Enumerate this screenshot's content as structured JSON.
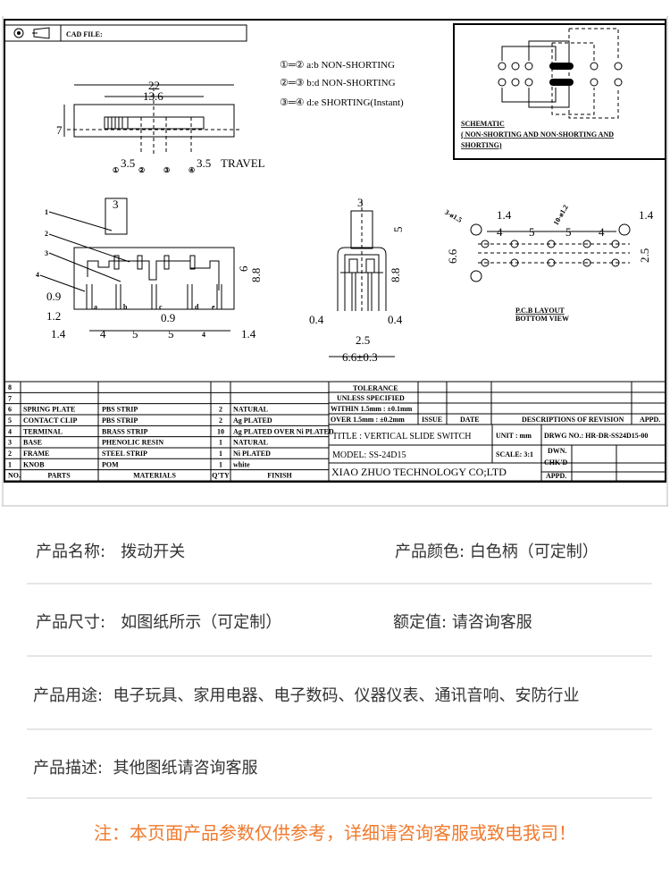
{
  "drawing": {
    "cad_file": "CAD FILE:",
    "legend": [
      "①═② a:b  NON-SHORTING",
      "②═③ b:d  NON-SHORTING",
      "③═④ d:e  SHORTING(Instant)"
    ],
    "top_view": {
      "d22": "22",
      "d136": "13.6",
      "d7": "7",
      "d35a": "3.5",
      "d35b": "3.5",
      "travel": "TRAVEL",
      "pos": [
        "①",
        "②",
        "③",
        "④"
      ]
    },
    "schematic": {
      "title": "SCHEMATIC",
      "desc1": "( NON-SHORTING   AND NON-SHORTING   AND",
      "desc2": "SHORTING)"
    },
    "front_view": {
      "callouts": [
        "1",
        "2",
        "3",
        "4"
      ],
      "d3": "3",
      "d6": "6",
      "d88": "8.8",
      "d09a": "0.9",
      "d12": "1.2",
      "d14a": "1.4",
      "d4a": "4",
      "d5a": "5",
      "d5b": "5",
      "d4b": "4",
      "d14b": "1.4",
      "d09b": "0.9",
      "pins": [
        "a",
        "b",
        "c",
        "d",
        "e"
      ]
    },
    "side_view": {
      "d3": "3",
      "d5": "5",
      "d88": "8.8",
      "d04a": "0.4",
      "d04b": "0.4",
      "d25": "2.5",
      "d66": "6.6±0.3"
    },
    "pcb": {
      "holes_big": "3-ø1.5",
      "holes_small": "10-ø1.2",
      "d14a": "1.4",
      "d14b": "1.4",
      "d4a": "4",
      "d5a": "5",
      "d5b": "5",
      "d4b": "4",
      "d66": "6.6",
      "d25": "2.5",
      "label1": "P.C.B LAYOUT",
      "label2": "BOTTOM VIEW"
    },
    "parts_table": {
      "rows": [
        {
          "no": "8",
          "part": "",
          "material": "",
          "qty": "",
          "finish": ""
        },
        {
          "no": "7",
          "part": "",
          "material": "",
          "qty": "",
          "finish": ""
        },
        {
          "no": "6",
          "part": "SPRING PLATE",
          "material": "PBS STRIP",
          "qty": "2",
          "finish": "NATURAL"
        },
        {
          "no": "5",
          "part": "CONTACT CLIP",
          "material": "PBS STRIP",
          "qty": "2",
          "finish": "Ag PLATED"
        },
        {
          "no": "4",
          "part": "TERMINAL",
          "material": "BRASS STRIP",
          "qty": "10",
          "finish": "Ag PLATED OVER Ni PLATED"
        },
        {
          "no": "3",
          "part": "BASE",
          "material": "PHENOLIC RESIN",
          "qty": "1",
          "finish": "NATURAL"
        },
        {
          "no": "2",
          "part": "FRAME",
          "material": "STEEL STRIP",
          "qty": "1",
          "finish": "Ni PLATED"
        },
        {
          "no": "1",
          "part": "KNOB",
          "material": "POM",
          "qty": "1",
          "finish": "white"
        }
      ],
      "header": {
        "no": "NO.",
        "part": "PARTS",
        "material": "MATERIALS",
        "qty": "Q'TY",
        "finish": "FINISH"
      }
    },
    "title_block": {
      "tolerance": "TOLERANCE",
      "unless": "UNLESS   SPECIFIED",
      "within": "WITHIN 1.5mm : ±0.1mm",
      "over": "OVER 1.5mm : ±0.2mm",
      "issue": "ISSUE",
      "date": "DATE",
      "revision": "DESCRIPTIONS OF REVISION",
      "appd": "APPD.",
      "title": "TITLE :  VERTICAL SLIDE SWITCH",
      "unit": "UNIT :  mm",
      "drwg": "DRWG NO.:  HR-DR-SS24D15-00",
      "model": "MODEL:  SS-24D15",
      "scale": "SCALE:  3:1",
      "dwn": "DWN.",
      "chkd": "CHK'D",
      "appd2": "APPD.",
      "company": "XIAO  ZHUO  TECHNOLOGY  CO;LTD"
    }
  },
  "specs": [
    {
      "label": "产品名称:",
      "value": "拨动开关"
    },
    {
      "label": "产品颜色:",
      "value": "白色柄（可定制）"
    },
    {
      "label": "产品尺寸:",
      "value": "如图纸所示（可定制）"
    },
    {
      "label": "额定值:",
      "value": "请咨询客服"
    },
    {
      "label": "产品用途:",
      "value": "电子玩具、家用电器、电子数码、仪器仪表、通讯音响、安防行业"
    },
    {
      "label": "产品描述:",
      "value": "其他图纸请咨询客服"
    }
  ],
  "note": "注：本页面产品参数仅供参考，详细请咨询客服或致电我司！",
  "colors": {
    "note": "#f07a2e",
    "text": "#333333",
    "separator": "#e6e6e6"
  }
}
